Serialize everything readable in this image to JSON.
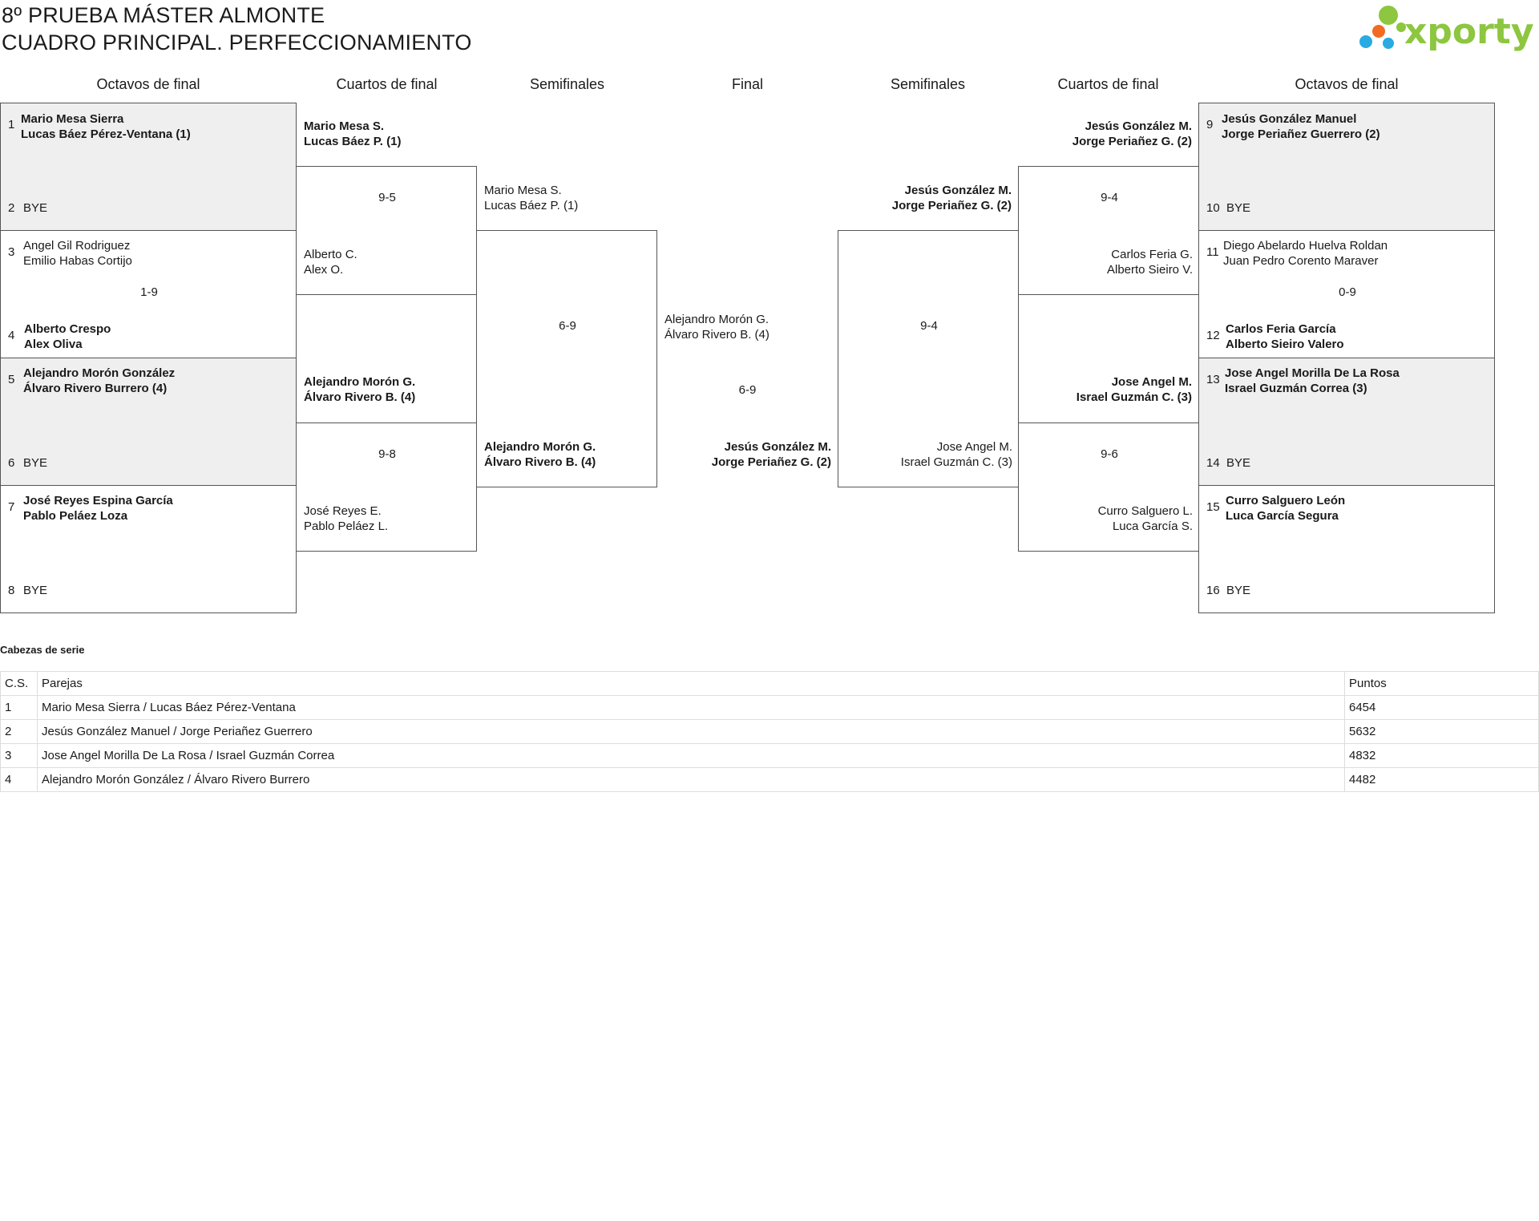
{
  "header": {
    "title_line1": "8º PRUEBA MÁSTER ALMONTE",
    "title_line2": "CUADRO PRINCIPAL. PERFECCIONAMIENTO",
    "logo_text": "xporty"
  },
  "rounds": {
    "left_r16": "Octavos de final",
    "left_qf": "Cuartos de final",
    "left_sf": "Semifinales",
    "final": "Final",
    "right_sf": "Semifinales",
    "right_qf": "Cuartos de final",
    "right_r16": "Octavos de final"
  },
  "r16_left": [
    {
      "n1": "1",
      "a1": "Mario Mesa Sierra",
      "b1": "Lucas Báez Pérez-Ventana (1)",
      "n2": "2",
      "a2": "BYE",
      "b2": "",
      "score": ""
    },
    {
      "n1": "3",
      "a1": "Angel Gil Rodriguez",
      "b1": "Emilio Habas Cortijo",
      "n2": "4",
      "a2": "Alberto Crespo",
      "b2": "Alex Oliva",
      "score": "1-9"
    },
    {
      "n1": "5",
      "a1": "Alejandro Morón González",
      "b1": "Álvaro Rivero Burrero (4)",
      "n2": "6",
      "a2": "BYE",
      "b2": "",
      "score": ""
    },
    {
      "n1": "7",
      "a1": "José Reyes Espina García",
      "b1": "Pablo Peláez Loza",
      "n2": "8",
      "a2": "BYE",
      "b2": "",
      "score": ""
    }
  ],
  "r16_right": [
    {
      "n1": "9",
      "a1": "Jesús González Manuel",
      "b1": "Jorge Periañez Guerrero (2)",
      "n2": "10",
      "a2": "BYE",
      "b2": "",
      "score": ""
    },
    {
      "n1": "11",
      "a1": "Diego Abelardo Huelva Roldan",
      "b1": "Juan Pedro Corento Maraver",
      "n2": "12",
      "a2": "Carlos Feria García",
      "b2": "Alberto Sieiro Valero",
      "score": "0-9"
    },
    {
      "n1": "13",
      "a1": "Jose Angel Morilla De La Rosa",
      "b1": "Israel Guzmán Correa (3)",
      "n2": "14",
      "a2": "BYE",
      "b2": "",
      "score": ""
    },
    {
      "n1": "15",
      "a1": "Curro Salguero León",
      "b1": "Luca García Segura",
      "n2": "16",
      "a2": "BYE",
      "b2": "",
      "score": ""
    }
  ],
  "qf_left": [
    {
      "t_a": "Mario Mesa S.",
      "t_b": "Lucas Báez P. (1)",
      "score": "9-5",
      "m_a": "Alberto C.",
      "m_b": "Alex O."
    },
    {
      "t_a": "Alejandro Morón G.",
      "t_b": "Álvaro Rivero B. (4)",
      "score": "9-8",
      "m_a": "José Reyes E.",
      "m_b": "Pablo Peláez L."
    }
  ],
  "qf_right": [
    {
      "t_a": "Jesús González M.",
      "t_b": "Jorge Periañez G. (2)",
      "score": "9-4",
      "m_a": "Carlos Feria G.",
      "m_b": "Alberto Sieiro V."
    },
    {
      "t_a": "Jose Angel M.",
      "t_b": "Israel Guzmán C. (3)",
      "score": "9-6",
      "m_a": "Curro Salguero L.",
      "m_b": "Luca García S."
    }
  ],
  "sf_left": {
    "t_a": "Mario Mesa S.",
    "t_b": "Lucas Báez P. (1)",
    "score": "6-9",
    "m_a": "Alejandro Morón G.",
    "m_b": "Álvaro Rivero B. (4)"
  },
  "sf_right": {
    "t_a": "Jesús González M.",
    "t_b": "Jorge Periañez G. (2)",
    "score": "9-4",
    "m_a": "Jose Angel M.",
    "m_b": "Israel Guzmán C. (3)"
  },
  "final": {
    "t_a": "Alejandro Morón G.",
    "t_b": "Álvaro Rivero B. (4)",
    "score": "6-9",
    "m_a": "Jesús González M.",
    "m_b": "Jorge Periañez G. (2)"
  },
  "seeds": {
    "title": "Cabezas de serie",
    "headers": [
      "C.S.",
      "Parejas",
      "Puntos"
    ],
    "rows": [
      [
        "1",
        "Mario Mesa Sierra / Lucas Báez Pérez-Ventana",
        "6454"
      ],
      [
        "2",
        "Jesús González Manuel / Jorge Periañez Guerrero",
        "5632"
      ],
      [
        "3",
        "Jose Angel Morilla De La Rosa / Israel Guzmán Correa",
        "4832"
      ],
      [
        "4",
        "Alejandro Morón González / Álvaro Rivero Burrero",
        "4482"
      ]
    ]
  },
  "colors": {
    "logo_green": "#8dc63f",
    "logo_blue": "#29abe2",
    "logo_orange": "#f26b21",
    "box_gray": "#efefef"
  }
}
